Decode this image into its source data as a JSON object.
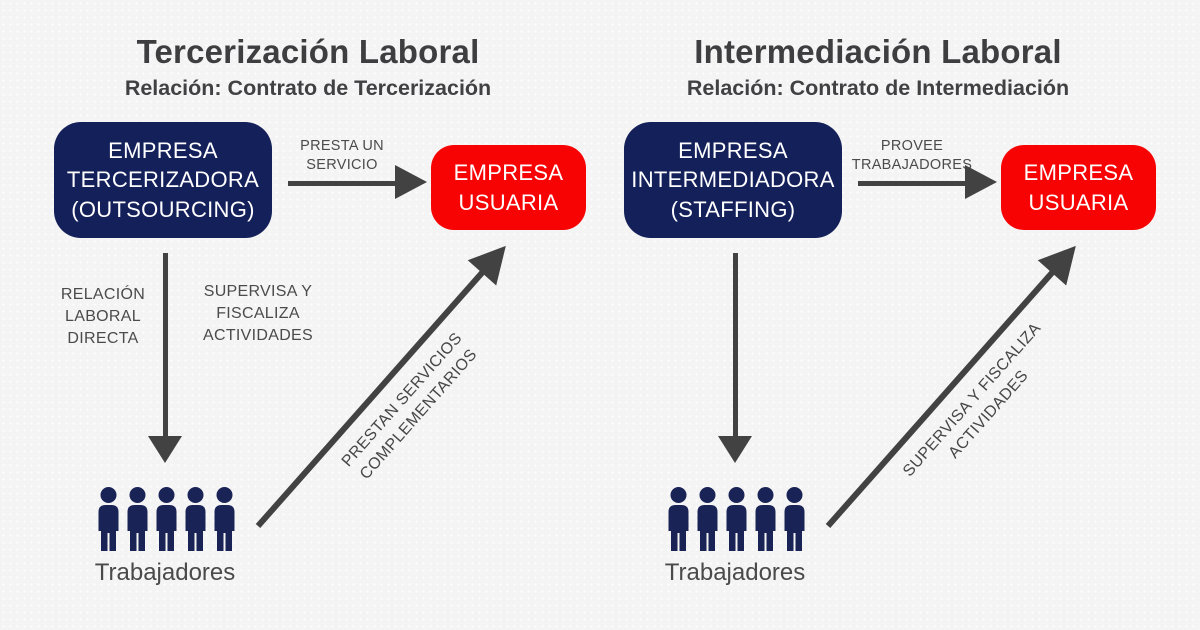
{
  "colors": {
    "background": "#f4f4f4",
    "navy_box": "#14205a",
    "red_box": "#f70304",
    "arrow_gray": "#424242",
    "title_text": "#3e3e40",
    "label_text": "#4b4b4b",
    "worker_icon": "#1a2356"
  },
  "panels": [
    {
      "title": "Tercerización Laboral",
      "subtitle": "Relación: Contrato de Tercerización",
      "source_box": [
        "EMPRESA",
        "TERCERIZADORA",
        "(OUTSOURCING)"
      ],
      "horizontal_arrow_label": [
        "PRESTA UN",
        "SERVICIO"
      ],
      "target_box": [
        "EMPRESA",
        "USUARIA"
      ],
      "vertical_arrow_left_label": [
        "RELACIÓN",
        "LABORAL",
        "DIRECTA"
      ],
      "vertical_arrow_right_label": [
        "SUPERVISA Y",
        "FISCALIZA",
        "ACTIVIDADES"
      ],
      "diagonal_arrow_label": [
        "PRESTAN SERVICIOS",
        "COMPLEMENTARIOS"
      ],
      "workers_label": "Trabajadores",
      "workers_count": 5
    },
    {
      "title": "Intermediación Laboral",
      "subtitle": "Relación: Contrato de Intermediación",
      "source_box": [
        "EMPRESA",
        "INTERMEDIADORA",
        "(STAFFING)"
      ],
      "horizontal_arrow_label": [
        "PROVEE",
        "TRABAJADORES"
      ],
      "target_box": [
        "EMPRESA",
        "USUARIA"
      ],
      "diagonal_arrow_label": [
        "SUPERVISA Y FISCALIZA",
        "ACTIVIDADES"
      ],
      "workers_label": "Trabajadores",
      "workers_count": 5
    }
  ]
}
